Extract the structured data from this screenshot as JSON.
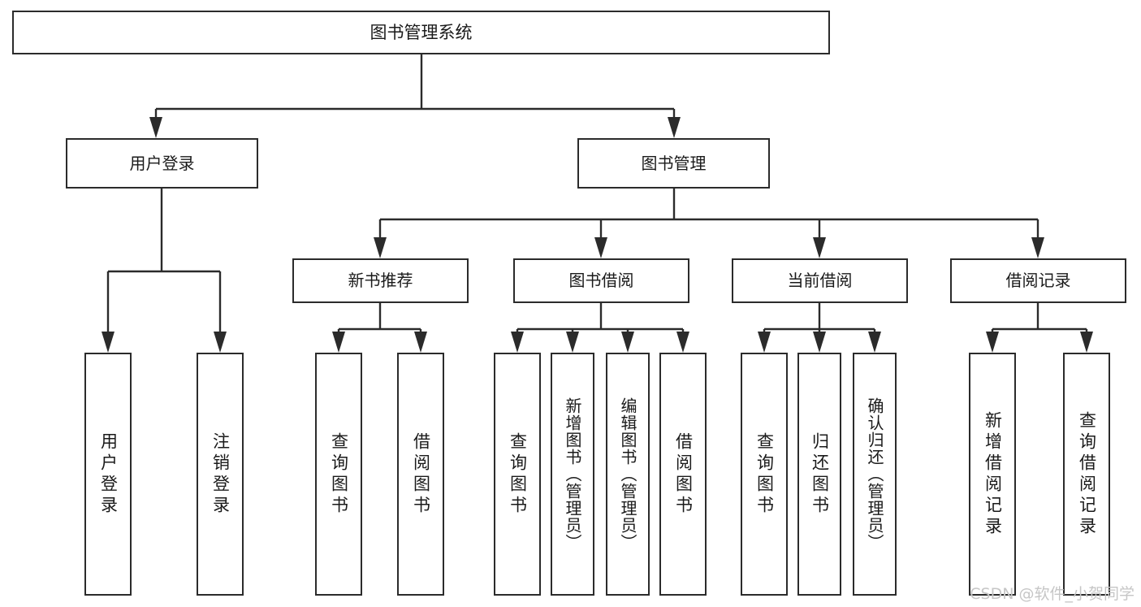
{
  "diagram": {
    "title": "图书管理系统",
    "type": "tree-hierarchy",
    "root": {
      "label": "图书管理系统"
    },
    "level2": [
      {
        "label": "用户登录"
      },
      {
        "label": "图书管理"
      }
    ],
    "level3": [
      {
        "label": "新书推荐"
      },
      {
        "label": "图书借阅"
      },
      {
        "label": "当前借阅"
      },
      {
        "label": "借阅记录"
      }
    ],
    "leaves": {
      "user_login": [
        {
          "label": "用户登录"
        },
        {
          "label": "注销登录"
        }
      ],
      "new_book_recommend": [
        {
          "label": "查询图书"
        },
        {
          "label": "借阅图书"
        }
      ],
      "book_borrow": [
        {
          "label": "查询图书"
        },
        {
          "label": "新增图书（管理员）"
        },
        {
          "label": "编辑图书（管理员）"
        },
        {
          "label": "借阅图书"
        }
      ],
      "current_borrow": [
        {
          "label": "查询图书"
        },
        {
          "label": "归还图书"
        },
        {
          "label": "确认归还（管理员）"
        }
      ],
      "borrow_record": [
        {
          "label": "新增借阅记录"
        },
        {
          "label": "查询借阅记录"
        }
      ]
    }
  },
  "watermark": {
    "text": "CSDN @软件_小贺同学"
  },
  "colors": {
    "stroke": "#2b2b2b",
    "background": "#ffffff",
    "text": "#1a1a1a",
    "watermark": "#c6c6c6"
  }
}
